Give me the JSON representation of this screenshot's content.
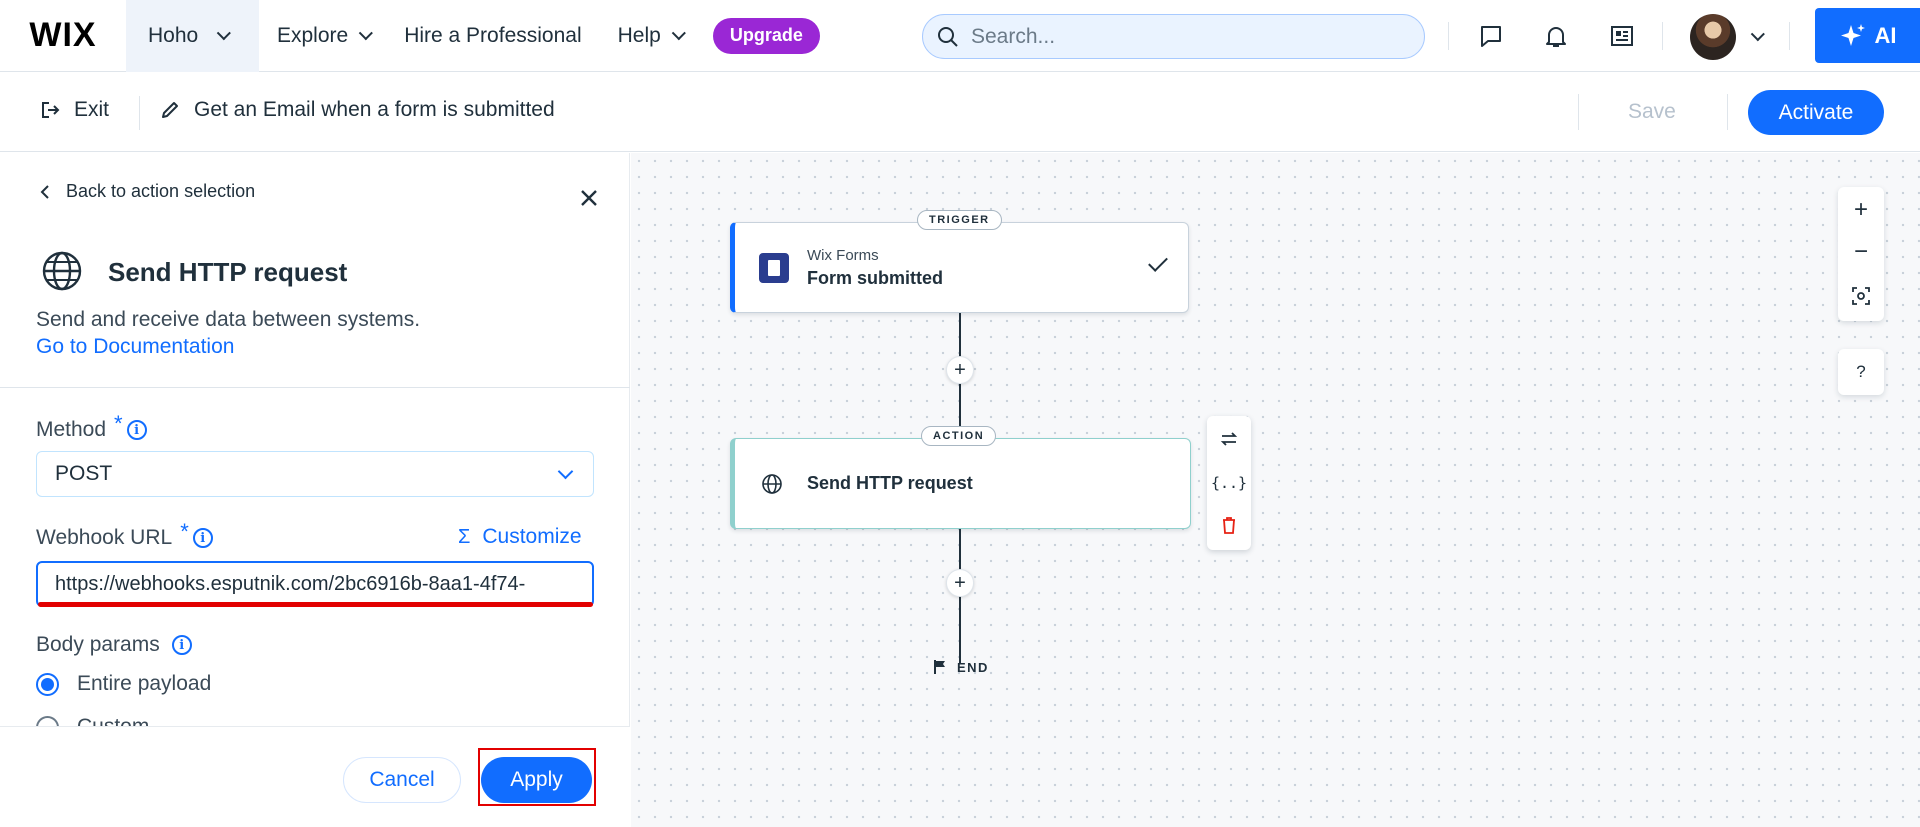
{
  "topbar": {
    "logo": "WIX",
    "site_name": "Hoho",
    "nav": [
      {
        "label": "Explore"
      },
      {
        "label": "Hire a Professional"
      },
      {
        "label": "Help"
      }
    ],
    "upgrade_label": "Upgrade",
    "search_placeholder": "Search...",
    "ai_label": "AI"
  },
  "subbar": {
    "exit_label": "Exit",
    "automation_title": "Get an Email when a form is submitted",
    "save_label": "Save",
    "activate_label": "Activate"
  },
  "panel": {
    "back_label": "Back to action selection",
    "title": "Send HTTP request",
    "description": "Send and receive data between systems.",
    "doc_link": "Go to Documentation",
    "method": {
      "label": "Method",
      "required_mark": "*",
      "value": "POST"
    },
    "webhook": {
      "label": "Webhook URL",
      "required_mark": "*",
      "customize_label": "Customize",
      "value": "https://webhooks.esputnik.com/2bc6916b-8aa1-4f74-"
    },
    "body_params": {
      "label": "Body params",
      "options": [
        {
          "label": "Entire payload",
          "selected": true
        },
        {
          "label": "Custom",
          "selected": false
        }
      ]
    },
    "cancel_label": "Cancel",
    "apply_label": "Apply"
  },
  "canvas": {
    "trigger": {
      "pill": "TRIGGER",
      "app": "Wix Forms",
      "event": "Form submitted"
    },
    "action": {
      "pill": "ACTION",
      "name": "Send HTTP request"
    },
    "end_label": "END",
    "help_label": "?"
  },
  "colors": {
    "accent": "#116dff",
    "upgrade": "#9a27d5",
    "highlight": "#e20000",
    "action_accent": "#3e9da6"
  }
}
